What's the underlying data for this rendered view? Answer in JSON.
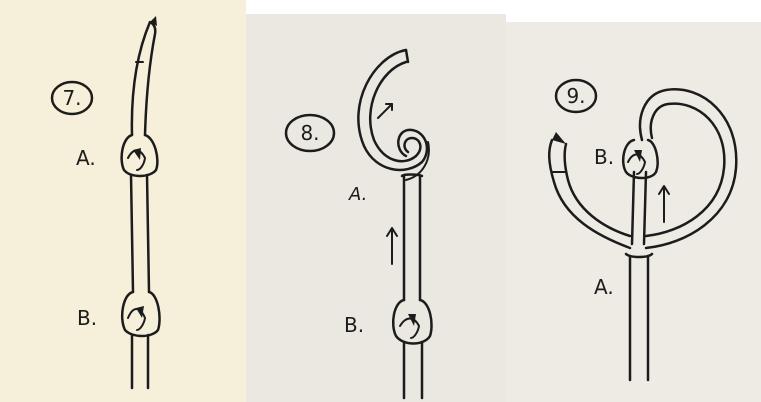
{
  "colors": {
    "panel_1_bg": "#f6efd9",
    "panel_2_bg": "#ebe8e2",
    "panel_3_bg": "#eeebe5",
    "ink": "#1c1c1c"
  },
  "panels": [
    {
      "figure_number": "7.",
      "labels": {
        "a": "A.",
        "b": "B."
      }
    },
    {
      "figure_number": "8.",
      "labels": {
        "a": "A.",
        "b": "B."
      }
    },
    {
      "figure_number": "9.",
      "labels": {
        "a": "A.",
        "b": "B."
      }
    }
  ]
}
